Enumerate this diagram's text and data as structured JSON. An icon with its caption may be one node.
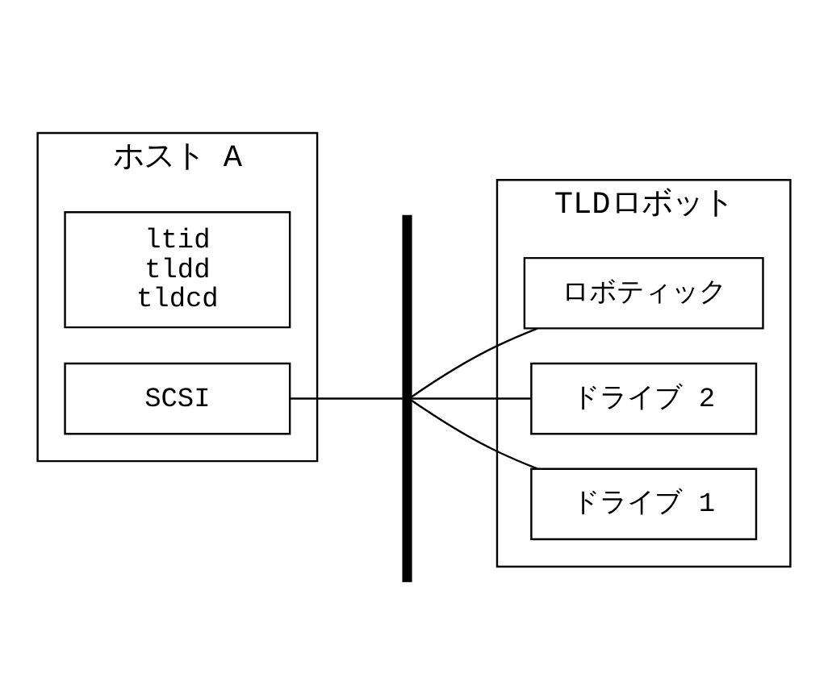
{
  "diagram": {
    "nodes": [
      {
        "text": [
          "ホスト A"
        ]
      },
      {
        "text": [
          "ltid",
          "tldd",
          "tldcd"
        ],
        "in": 0
      },
      {
        "text": [
          "SCSI"
        ],
        "in": 0
      },
      {
        "text": [
          "TLDロボット"
        ]
      },
      {
        "text": [
          "ロボティック"
        ],
        "in": 3
      },
      {
        "text": [
          "ドライブ 2"
        ],
        "in": 3
      },
      {
        "text": [
          "ドライブ 1"
        ],
        "in": 3
      },
      {
        "text": [],
        "shape": "bar"
      }
    ],
    "edges": [
      {
        "from": 2,
        "to": 7,
        "arrow": "none"
      },
      {
        "from": 7,
        "to": 4,
        "arrow": "none"
      },
      {
        "from": 7,
        "to": 5,
        "arrow": "none"
      },
      {
        "from": 7,
        "to": 6,
        "arrow": "none"
      }
    ]
  }
}
